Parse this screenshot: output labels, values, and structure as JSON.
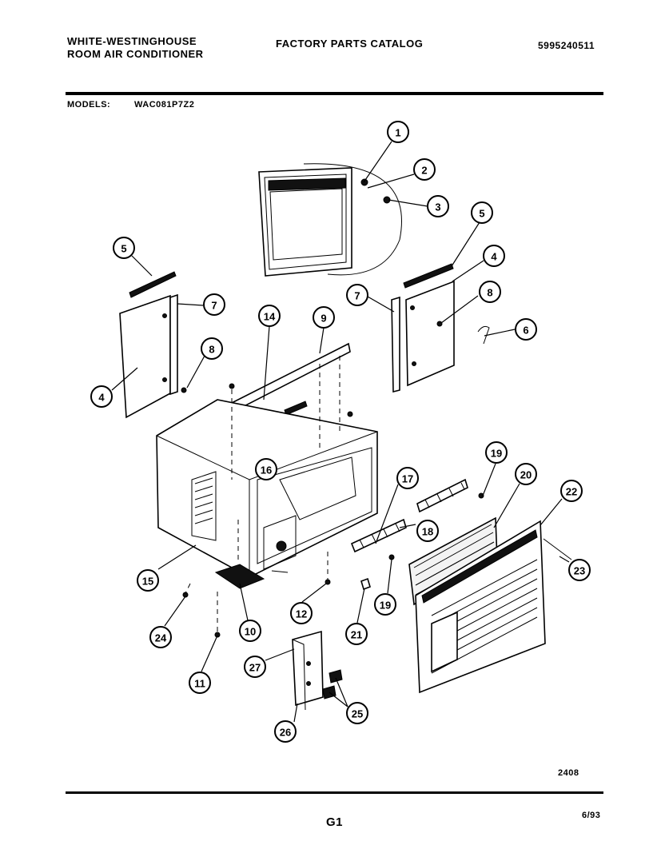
{
  "header": {
    "brand_line1": "WHITE-WESTINGHOUSE",
    "brand_line2": "ROOM AIR CONDITIONER",
    "catalog_title": "FACTORY PARTS CATALOG",
    "catalog_number": "5995240511",
    "models_label": "MODELS:",
    "models_value": "WAC081P7Z2"
  },
  "footer": {
    "drawing_number": "2408",
    "page_id": "G1",
    "date_code": "6/93"
  },
  "callouts": [
    {
      "id": "c1",
      "label": "1"
    },
    {
      "id": "c2",
      "label": "2"
    },
    {
      "id": "c3",
      "label": "3"
    },
    {
      "id": "c4a",
      "label": "4"
    },
    {
      "id": "c4b",
      "label": "4"
    },
    {
      "id": "c5a",
      "label": "5"
    },
    {
      "id": "c5b",
      "label": "5"
    },
    {
      "id": "c6",
      "label": "6"
    },
    {
      "id": "c7a",
      "label": "7"
    },
    {
      "id": "c7b",
      "label": "7"
    },
    {
      "id": "c8a",
      "label": "8"
    },
    {
      "id": "c8b",
      "label": "8"
    },
    {
      "id": "c9",
      "label": "9"
    },
    {
      "id": "c10",
      "label": "10"
    },
    {
      "id": "c11",
      "label": "11"
    },
    {
      "id": "c12",
      "label": "12"
    },
    {
      "id": "c14",
      "label": "14"
    },
    {
      "id": "c15",
      "label": "15"
    },
    {
      "id": "c16",
      "label": "16"
    },
    {
      "id": "c17",
      "label": "17"
    },
    {
      "id": "c18",
      "label": "18"
    },
    {
      "id": "c19a",
      "label": "19"
    },
    {
      "id": "c19b",
      "label": "19"
    },
    {
      "id": "c20",
      "label": "20"
    },
    {
      "id": "c21",
      "label": "21"
    },
    {
      "id": "c22",
      "label": "22"
    },
    {
      "id": "c23",
      "label": "23"
    },
    {
      "id": "c24",
      "label": "24"
    },
    {
      "id": "c25",
      "label": "25"
    },
    {
      "id": "c26",
      "label": "26"
    },
    {
      "id": "c27",
      "label": "27"
    }
  ]
}
